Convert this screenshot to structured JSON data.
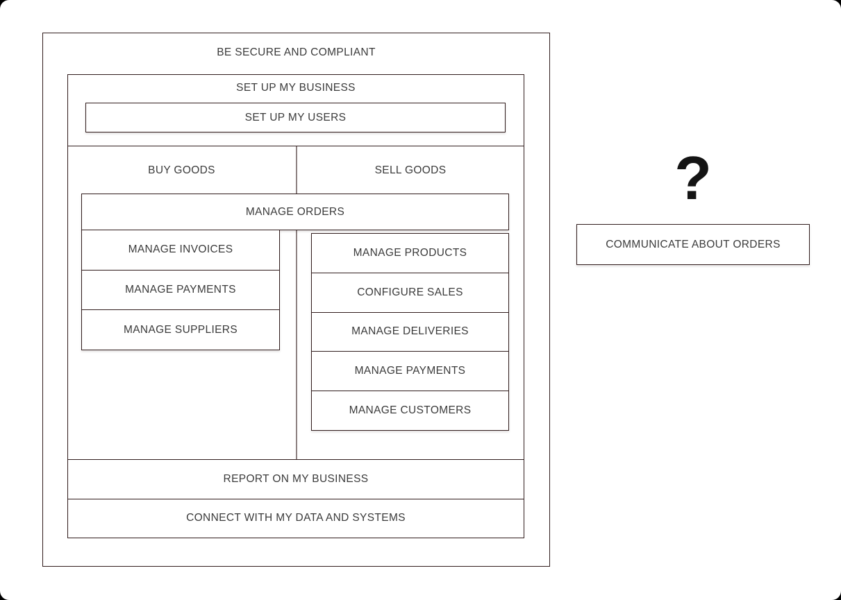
{
  "diagram": {
    "outer_label": "BE SECURE AND COMPLIANT",
    "setup_label": "SET UP MY BUSINESS",
    "users_label": "SET UP MY USERS",
    "buy_label": "BUY GOODS",
    "sell_label": "SELL GOODS",
    "orders_label": "MANAGE ORDERS",
    "buy_items": [
      "MANAGE INVOICES",
      "MANAGE PAYMENTS",
      "MANAGE SUPPLIERS"
    ],
    "sell_items": [
      "MANAGE PRODUCTS",
      "CONFIGURE SALES",
      "MANAGE DELIVERIES",
      "MANAGE PAYMENTS",
      "MANAGE CUSTOMERS"
    ],
    "report_label": "REPORT ON MY BUSINESS",
    "connect_label": "CONNECT WITH MY DATA AND SYSTEMS"
  },
  "side": {
    "question_mark": "?",
    "communicate_label": "COMMUNICATE ABOUT ORDERS"
  },
  "colors": {
    "border_line": "#2f1b1b",
    "column_divider": "#8e8282",
    "text": "#3a3a3a",
    "background": "#ffffff"
  }
}
